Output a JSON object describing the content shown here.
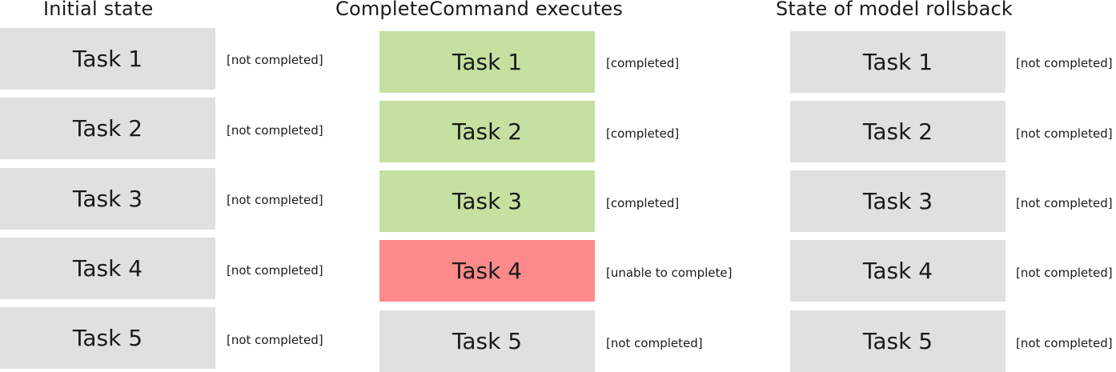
{
  "colors": {
    "pending": "#e0e0e0",
    "completed": "#c5e0a0",
    "failed": "#fc8a8a"
  },
  "columns": [
    {
      "title": "Initial state",
      "tasks": [
        {
          "label": "Task 1",
          "status": "[not completed]",
          "state": "pending"
        },
        {
          "label": "Task 2",
          "status": "[not completed]",
          "state": "pending"
        },
        {
          "label": "Task 3",
          "status": "[not completed]",
          "state": "pending"
        },
        {
          "label": "Task 4",
          "status": "[not completed]",
          "state": "pending"
        },
        {
          "label": "Task 5",
          "status": "[not completed]",
          "state": "pending"
        }
      ]
    },
    {
      "title": "CompleteCommand executes",
      "tasks": [
        {
          "label": "Task 1",
          "status": "[completed]",
          "state": "completed"
        },
        {
          "label": "Task 2",
          "status": "[completed]",
          "state": "completed"
        },
        {
          "label": "Task 3",
          "status": "[completed]",
          "state": "completed"
        },
        {
          "label": "Task 4",
          "status": "[unable to complete]",
          "state": "failed"
        },
        {
          "label": "Task 5",
          "status": "[not completed]",
          "state": "pending"
        }
      ]
    },
    {
      "title": "State of model rollsback",
      "tasks": [
        {
          "label": "Task 1",
          "status": "[not completed]",
          "state": "pending"
        },
        {
          "label": "Task 2",
          "status": "[not completed]",
          "state": "pending"
        },
        {
          "label": "Task 3",
          "status": "[not completed]",
          "state": "pending"
        },
        {
          "label": "Task 4",
          "status": "[not completed]",
          "state": "pending"
        },
        {
          "label": "Task 5",
          "status": "[not completed]",
          "state": "pending"
        }
      ]
    }
  ]
}
